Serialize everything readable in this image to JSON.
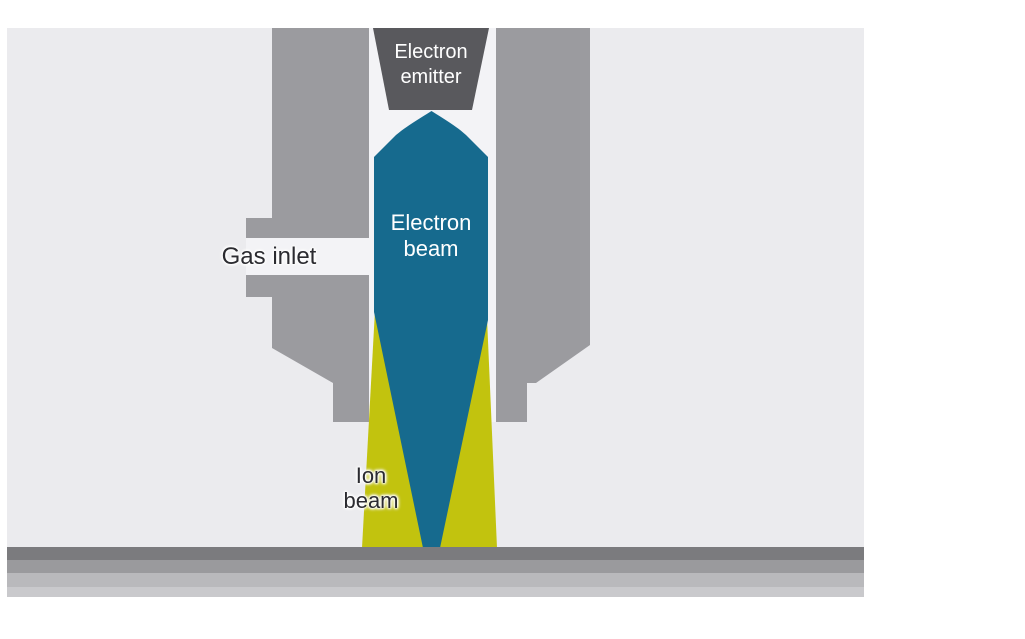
{
  "diagram": {
    "description": "Schematic of electron/ion beam column with gas injection onto a substrate",
    "labels": {
      "electron_emitter": {
        "line1": "Electron",
        "line2": "emitter"
      },
      "electron_beam": {
        "line1": "Electron",
        "line2": "beam"
      },
      "gas_inlet": {
        "text": "Gas inlet"
      },
      "ion_beam": {
        "line1": "Ion",
        "line2": "beam"
      }
    },
    "colors": {
      "page_bg": "#ffffff",
      "panel_bg": "#ebebee",
      "inner_gap": "#f3f3f6",
      "column_gray": "#9b9b9f",
      "emitter_dark": "#59595d",
      "electron_beam_teal": "#166a8e",
      "ion_beam_yellow": "#c2c30e",
      "substrate_1": "#7b7b7e",
      "substrate_2": "#9a9a9d",
      "substrate_3": "#b9b9bc",
      "substrate_4": "#c9c9cc",
      "label_dark": "#2b2b30",
      "label_light": "#ffffff"
    }
  }
}
